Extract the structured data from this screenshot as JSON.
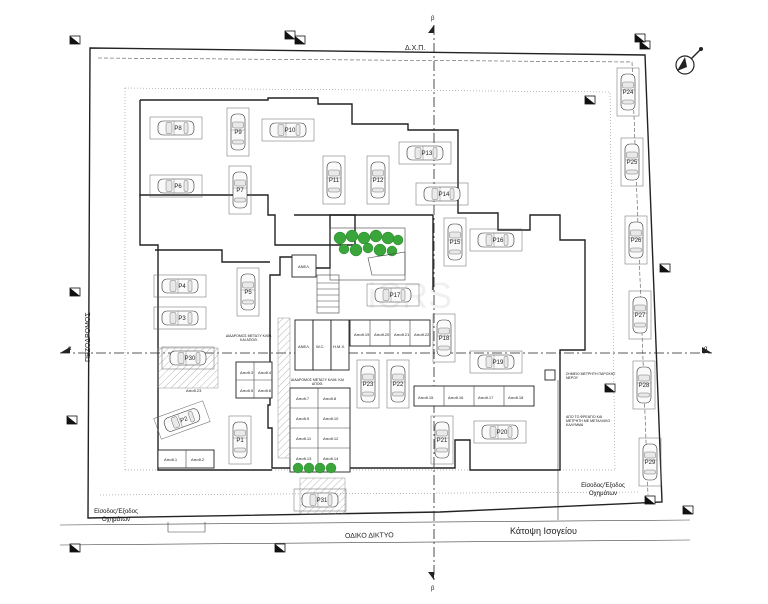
{
  "drawing": {
    "title": "Κάτοψη Ισογείου",
    "top_boundary": "Δ.Χ.Π.",
    "road_bottom": "ΟΔΙΚΟ ΔΙΚΤΥΟ",
    "road_left": "ΠΕΖΟΔΡΟΜΟΣ",
    "entrance_left": "Είσοδος/Έξοδος Οχημάτων",
    "entrance_right": "Είσοδος/Έξοδος Οχημάτων",
    "section_top": "β",
    "section_bottom": "β",
    "section_left": "α",
    "section_right": "α",
    "watermark": "iCRS"
  },
  "parking": [
    "P1",
    "P2",
    "P3",
    "P4",
    "P5",
    "P6",
    "P7",
    "P8",
    "P9",
    "P10",
    "P11",
    "P12",
    "P13",
    "P14",
    "P15",
    "P16",
    "P17",
    "P18",
    "P19",
    "P20",
    "P21",
    "P22",
    "P23",
    "P24",
    "P25",
    "P26",
    "P27",
    "P28",
    "P29",
    "P30",
    "P31"
  ],
  "storage": [
    "Αποθ.1",
    "Αποθ.2",
    "Αποθ.3",
    "Αποθ.4",
    "Αποθ.5",
    "Αποθ.6",
    "Αποθ.7",
    "Αποθ.8",
    "Αποθ.9",
    "Αποθ.10",
    "Αποθ.11",
    "Αποθ.12",
    "Αποθ.13",
    "Αποθ.14",
    "Αποθ.15",
    "Αποθ.16",
    "Αποθ.17",
    "Αποθ.18",
    "Αποθ.19",
    "Αποθ.20",
    "Αποθ.21",
    "Αποθ.22",
    "Αποθ.23"
  ],
  "rooms": {
    "lift": "ΑΝΕΛ.",
    "wc": "W.C.",
    "elec": "Η.Μ.Χ."
  },
  "notes": {
    "ramp_left": "ΔΙΑΔΡΟΜΟΣ ΜΕΤΑΞΥ ΚΛΙΜ. ΚΑΙ ΑΠΟΘ.",
    "ramp_mid": "ΔΙΑΔΡΟΜΟΣ ΜΕΤΑΞΥ ΚΛΙΜ. ΚΑΙ ΑΠΟΘ.",
    "meter_right": "ΣΗΜΕΙΟ ΜΕΤΡΗΤΗ ΠΑΡΟΧΗΣ ΝΕΡΟΥ",
    "right_note": "ΑΠΟ ΤΟ ΦΡΕΑΤΙΟ ΚΑΙ ΜΕΤΡΗΤΗ ΜΕ ΜΕΤΑΛΛΙΚΟ ΚΑΛΥΜΜΑ"
  }
}
